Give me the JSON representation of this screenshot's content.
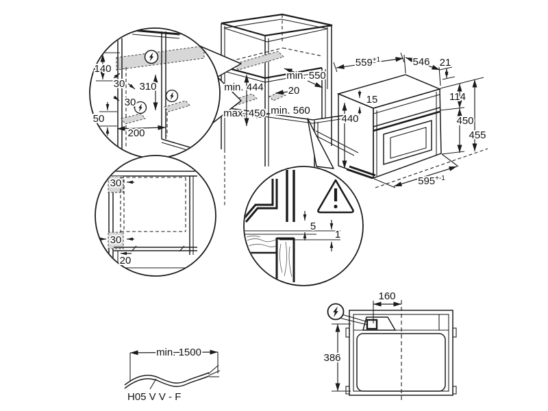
{
  "colors": {
    "line": "#1b1b1b",
    "shade": "#d7d7d7",
    "background": "#ffffff"
  },
  "icons": {
    "electrical_connection": "lightning-bolt-circle",
    "warning": "exclamation-triangle"
  },
  "detail_electrical": {
    "dim_140": "140",
    "dim_30_top": "30",
    "dim_310": "310",
    "dim_30_mid": "30",
    "dim_50": "50",
    "dim_200": "200"
  },
  "cabinet": {
    "min_444": "min. 444",
    "max_450": "max. 450",
    "min_550": "min. 550",
    "dim_20": "20",
    "min_560": "min. 560"
  },
  "oven": {
    "dim_559": "559",
    "dim_559_tol": "+1",
    "dim_546": "546",
    "dim_21": "21",
    "dim_15": "15",
    "dim_114": "114",
    "dim_440": "440",
    "dim_450": "450",
    "dim_455": "455",
    "dim_595": "595",
    "dim_595_tol": "+-1"
  },
  "detail_corner": {
    "dim_30_top": "30",
    "dim_30_bottom": "30",
    "dim_20": "20"
  },
  "detail_gap": {
    "dim_5": "5",
    "dim_1": "1"
  },
  "top_view": {
    "dim_160": "160",
    "dim_386": "386"
  },
  "cable": {
    "min_length": "min. 1500",
    "cable_type": "H05 V V - F"
  }
}
